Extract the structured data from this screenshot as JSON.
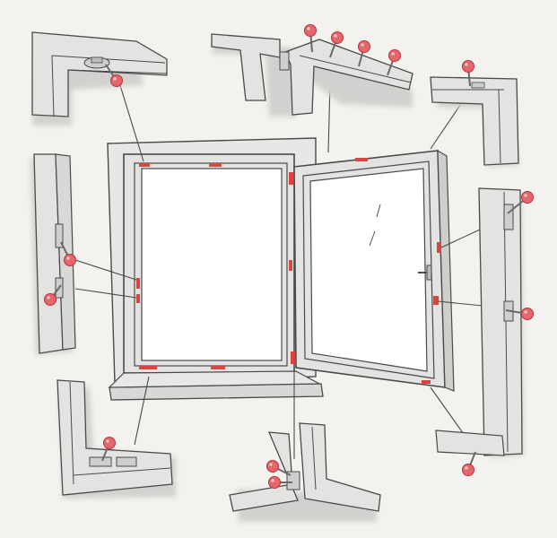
{
  "diagram": {
    "subject": "window-sash-hardware",
    "parts": [
      {
        "id": "top-left-corner",
        "pins": 1
      },
      {
        "id": "top-hinge-rail",
        "pins": 4
      },
      {
        "id": "top-right-corner",
        "pins": 1
      },
      {
        "id": "left-side-locks",
        "pins": 2
      },
      {
        "id": "right-side-locks",
        "pins": 2
      },
      {
        "id": "bottom-left-corner",
        "pins": 1
      },
      {
        "id": "bottom-center-corner",
        "pins": 2
      },
      {
        "id": "bottom-right-corner",
        "pins": 1
      }
    ]
  },
  "colors": {
    "background": "#f3f2ef",
    "frame-fill": "#e4e3e1",
    "frame-stroke": "#4a4a4a",
    "shadow": "#d2d1cf",
    "glass": "#ffffff",
    "pin": "#e5666b",
    "pin-dark": "#b8333b",
    "marker": "#d9453f"
  }
}
